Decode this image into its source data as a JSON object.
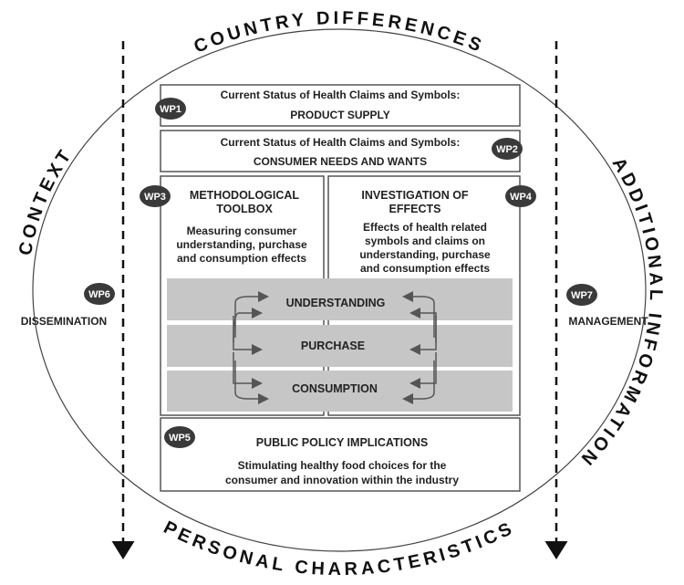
{
  "outer": {
    "top": "COUNTRY DIFFERENCES",
    "bottom": "PERSONAL CHARACTERISTICS",
    "left": "CONTEXT",
    "right": "ADDITIONAL INFORMATION"
  },
  "wp1": {
    "badge": "WP1",
    "line1": "Current Status of Health Claims and Symbols:",
    "line2": "PRODUCT SUPPLY"
  },
  "wp2": {
    "badge": "WP2",
    "line1": "Current Status of Health Claims and Symbols:",
    "line2": "CONSUMER NEEDS AND WANTS"
  },
  "wp3": {
    "badge": "WP3",
    "title": [
      "METHODOLOGICAL",
      "TOOLBOX"
    ],
    "body": [
      "Measuring consumer",
      "understanding, purchase",
      "and consumption effects"
    ]
  },
  "wp4": {
    "badge": "WP4",
    "title": [
      "INVESTIGATION OF",
      "EFFECTS"
    ],
    "body": [
      "Effects of health related",
      "symbols and claims on",
      "understanding, purchase",
      "and consumption effects"
    ]
  },
  "stages": [
    "UNDERSTANDING",
    "PURCHASE",
    "CONSUMPTION"
  ],
  "wp5": {
    "badge": "WP5",
    "title": "PUBLIC POLICY IMPLICATIONS",
    "body": [
      "Stimulating healthy food choices for the",
      "consumer and innovation within the industry"
    ]
  },
  "wp6": {
    "badge": "WP6",
    "label": "DISSEMINATION"
  },
  "wp7": {
    "badge": "WP7",
    "label": "MANAGEMENT"
  }
}
